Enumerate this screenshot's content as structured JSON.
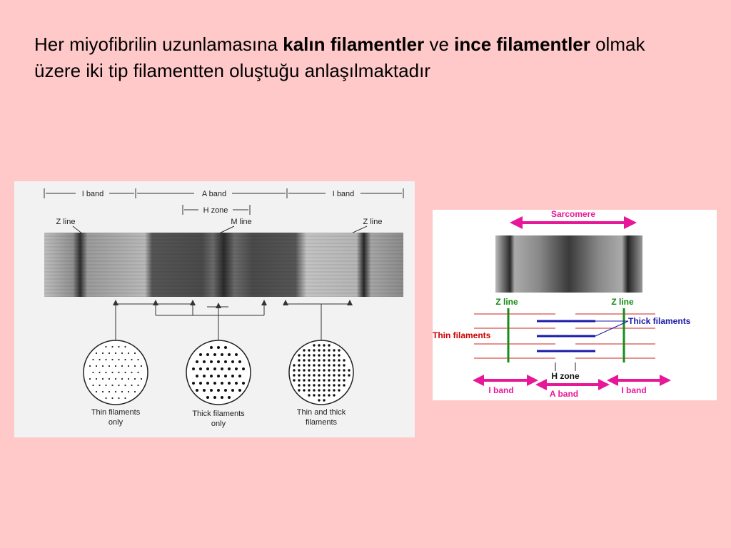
{
  "slide": {
    "text_1": "Her miyofibrilin uzunlamasına ",
    "bold_1": "kalın filamentler",
    "text_2": " ve ",
    "bold_2": "ince filamentler",
    "text_3": " olmak üzere iki tip filamentten oluştuğu anlaşılmaktadır"
  },
  "left_figure": {
    "i_band_left": "I band",
    "a_band": "A band",
    "i_band_right": "I band",
    "h_zone": "H zone",
    "z_line_left": "Z line",
    "m_line": "M line",
    "z_line_right": "Z line",
    "thin_only_1": "Thin filaments",
    "thin_only_2": "only",
    "thick_only_1": "Thick filaments",
    "thick_only_2": "only",
    "both_1": "Thin and thick",
    "both_2": "filaments"
  },
  "right_figure": {
    "sarcomere": "Sarcomere",
    "z_line_left": "Z line",
    "z_line_right": "Z line",
    "thick_filaments": "Thick filaments",
    "thin_filaments": "Thin filaments",
    "h_zone": "H zone",
    "i_band_left": "I band",
    "a_band": "A band",
    "i_band_right": "I band"
  },
  "colors": {
    "background": "#ffc9c9",
    "arrow": "#e8179a",
    "z_line": "#1a8c1a",
    "thick_filament": "#1a1aa8",
    "thin_filament": "#cc2222",
    "label_blue": "#1a1aa8",
    "label_red": "#cc0000",
    "label_green": "#118811"
  }
}
